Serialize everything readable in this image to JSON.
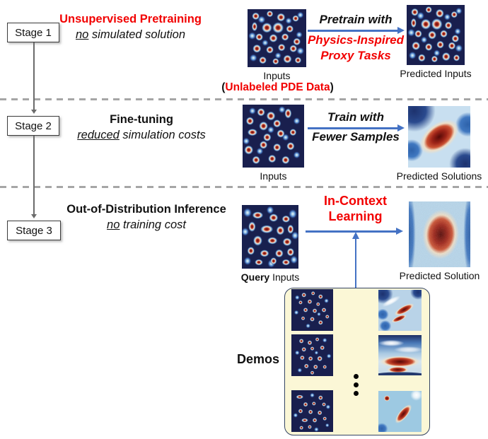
{
  "colors": {
    "accent_red": "#f20000",
    "arrow_blue": "#4472c4",
    "dashed_divider_gray": "#a6a6a6",
    "demos_box_bg": "#fbf7d6",
    "demos_box_border": "#344463",
    "heatmap_navy": "#191f4e"
  },
  "icons": {
    "stage_connector": "down-arrow-icon",
    "flow_arrow": "right-arrow-icon",
    "demos_feed": "up-arrow-icon",
    "ellipsis": "vertical-ellipsis-dots"
  },
  "stage1": {
    "box_label": "Stage 1",
    "title": "Unsupervised Pretraining",
    "subtitle_underlined": "no",
    "subtitle_rest": " simulated solution",
    "arrow_label_top": "Pretrain with",
    "arrow_label_red_line1": "Physics-Inspired",
    "arrow_label_red_line2": "Proxy Tasks",
    "input_caption": "Inputs",
    "input_note_open": "(",
    "input_note": "Unlabeled PDE Data",
    "input_note_close": ")",
    "output_caption": "Predicted Inputs"
  },
  "stage2": {
    "box_label": "Stage 2",
    "title": "Fine-tuning",
    "subtitle_underlined": "reduced",
    "subtitle_rest": " simulation costs",
    "arrow_label_top": "Train with",
    "arrow_label_bottom": "Fewer Samples",
    "input_caption": "Inputs",
    "output_caption": "Predicted Solutions"
  },
  "stage3": {
    "box_label": "Stage 3",
    "title": "Out-of-Distribution Inference",
    "subtitle_underlined": "no",
    "subtitle_rest": " training cost",
    "arrow_label_line1": "In-Context",
    "arrow_label_line2": "Learning",
    "input_caption_bold": "Query",
    "input_caption_rest": " Inputs",
    "output_caption": "Predicted Solution",
    "demos_label": "Demos"
  }
}
